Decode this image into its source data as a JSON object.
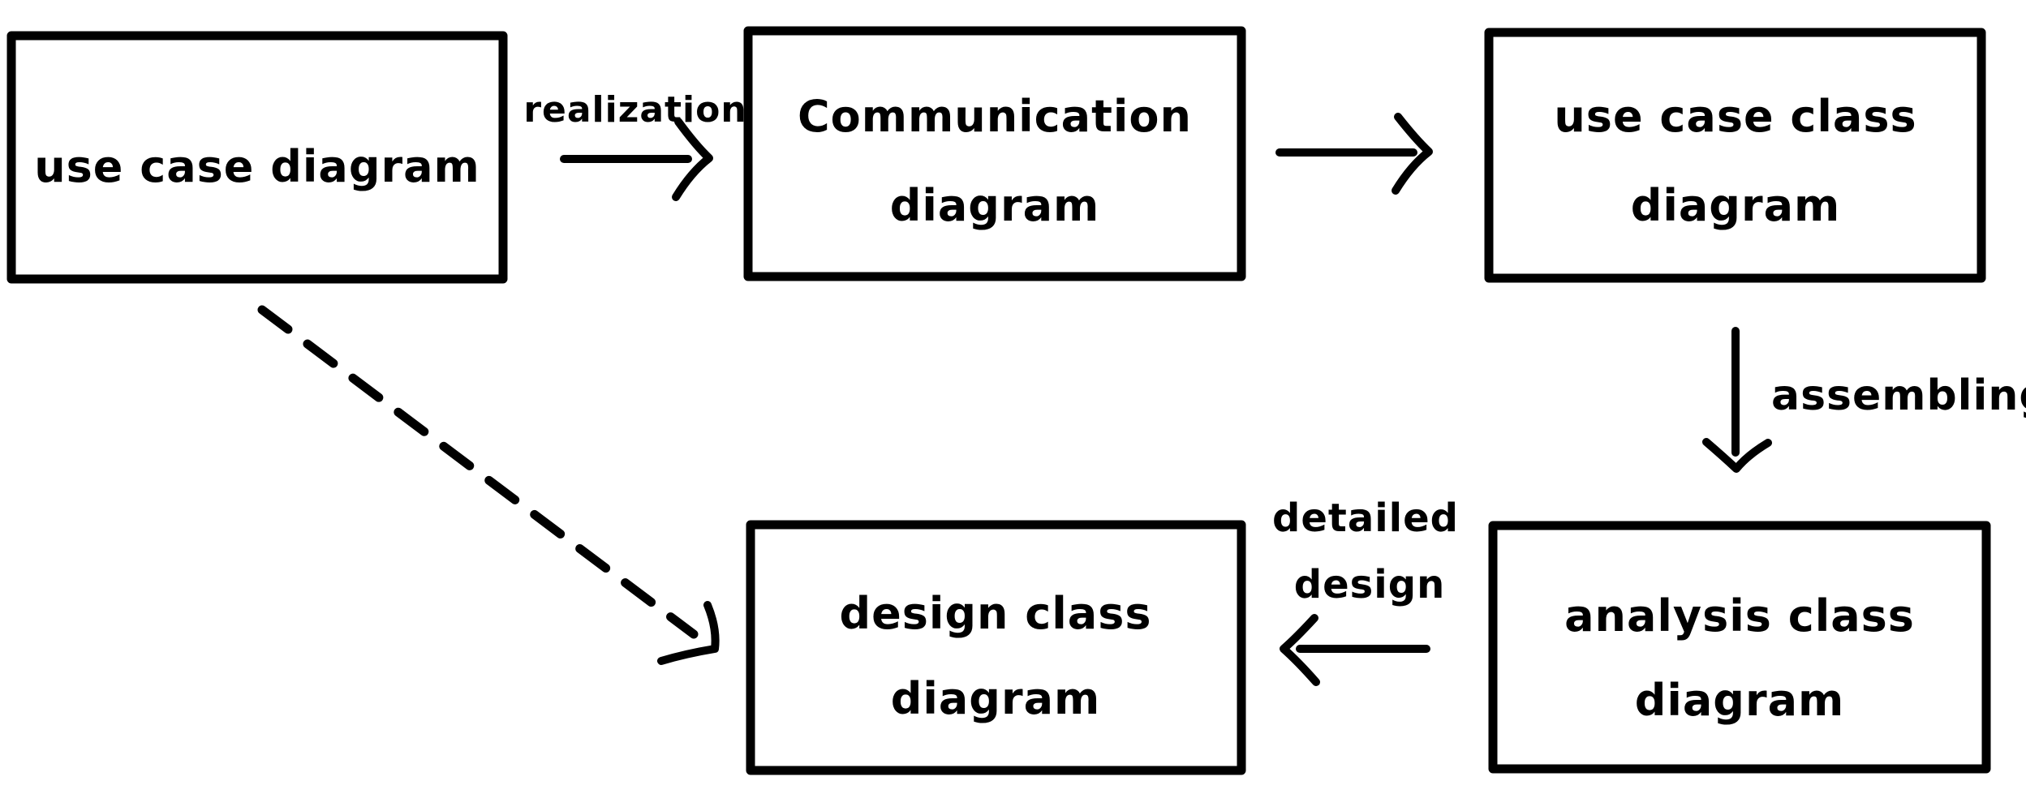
{
  "canvas": {
    "background": "#ffffff",
    "ink": "#000000",
    "accent": "#157df2"
  },
  "nodes": [
    {
      "name": "use case diagram",
      "lines": [
        "use case diagram"
      ]
    },
    {
      "name": "Communication diagram",
      "lines": [
        "Communication",
        "diagram"
      ]
    },
    {
      "name": "use case class diagram",
      "lines": [
        "use case class",
        "diagram"
      ]
    },
    {
      "name": "analysis class diagram",
      "lines": [
        "analysis class",
        "diagram"
      ]
    },
    {
      "name": "design class diagram",
      "lines": [
        "design class",
        "diagram"
      ]
    }
  ],
  "edges": [
    {
      "from": "use case diagram",
      "to": "Communication diagram",
      "label": "realization",
      "style": "solid",
      "direction": "right"
    },
    {
      "from": "Communication diagram",
      "to": "use case class diagram",
      "label": "",
      "style": "solid",
      "direction": "right"
    },
    {
      "from": "use case class diagram",
      "to": "analysis class diagram",
      "label": "assembling",
      "style": "solid",
      "direction": "down"
    },
    {
      "from": "analysis class diagram",
      "to": "design class diagram",
      "label": "detailed design",
      "style": "solid",
      "direction": "left"
    },
    {
      "from": "use case diagram",
      "to": "design class diagram",
      "label": "",
      "style": "dashed",
      "direction": "down-right"
    }
  ],
  "edge_labels": {
    "realization": "realization",
    "assembling": "assembling",
    "detailed_design_line1": "detailed",
    "detailed_design_line2": "design"
  }
}
